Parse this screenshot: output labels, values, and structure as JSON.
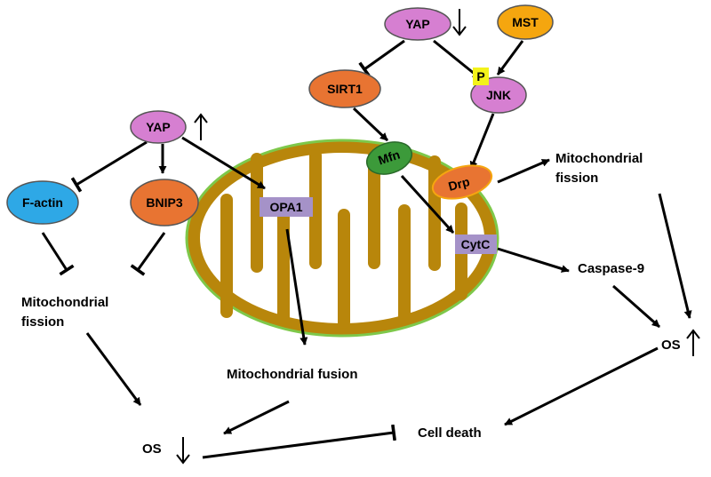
{
  "nodes": {
    "yap_top": "YAP",
    "mst": "MST",
    "sirt1": "SIRT1",
    "p_badge": "P",
    "jnk": "JNK",
    "yap_left": "YAP",
    "f_actin": "F-actin",
    "bnip3": "BNIP3",
    "opa1": "OPA1",
    "mfn": "Mfn",
    "drp": "Drp",
    "cytc": "CytC"
  },
  "labels": {
    "mito_fission_left_line1": "Mitochondrial",
    "mito_fission_left_line2": "fission",
    "mito_fission_right_line1": "Mitochondrial",
    "mito_fission_right_line2": "fission",
    "caspase9": "Caspase-9",
    "mito_fusion": "Mitochondrial fusion",
    "os_right": "OS",
    "os_bottom": "OS",
    "cell_death": "Cell death"
  },
  "indicators": {
    "yap_top": "down",
    "yap_left": "up",
    "os_right": "up",
    "os_bottom": "down"
  },
  "colors": {
    "purple": "#d67fd1",
    "orange": "#e87432",
    "blue": "#2ea8e6",
    "gold": "#f5a60f",
    "green": "#3c9a3a",
    "lavender": "#a592c8",
    "mito_fill": "#b8860b",
    "mito_outline": "#7ec84a",
    "badge_yellow": "#f3f21a"
  }
}
